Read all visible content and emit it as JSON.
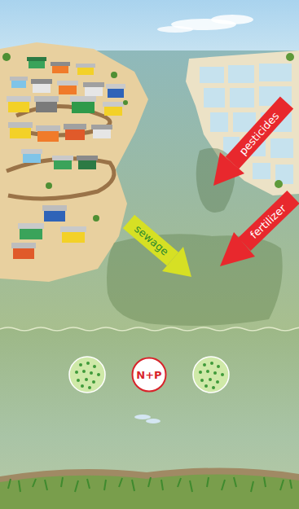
{
  "diagram": {
    "nodes": [
      {
        "text": [
          "N+P"
        ]
      }
    ],
    "labels": [
      "pesticides",
      "fertilizer",
      "sewage"
    ]
  }
}
